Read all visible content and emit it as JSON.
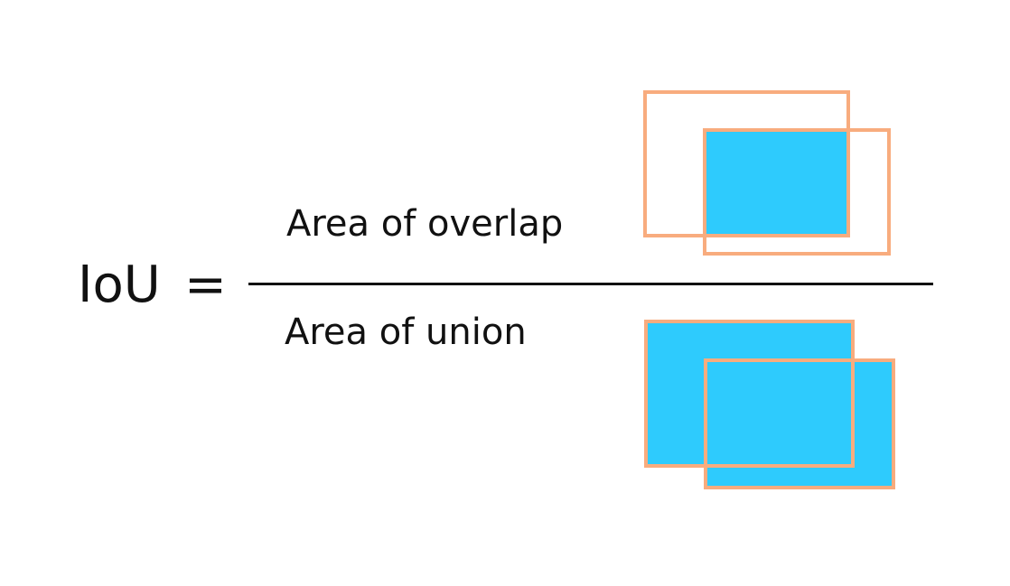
{
  "formula": {
    "lhs": "IoU",
    "equals": "=",
    "numerator": "Area of overlap",
    "denominator": "Area of union"
  },
  "colors": {
    "box_outline": "#F8AC7E",
    "fill": "#2ECBFD",
    "text": "#111111"
  }
}
